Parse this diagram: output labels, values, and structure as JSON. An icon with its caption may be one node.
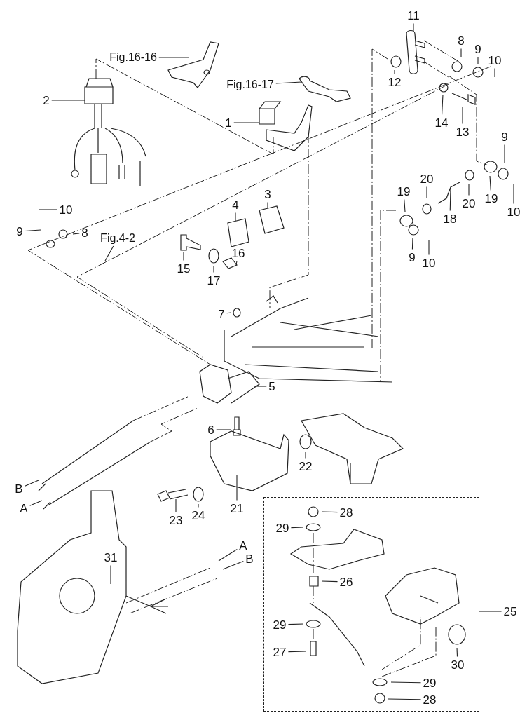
{
  "diagram": {
    "nodes": [
      {
        "text": [
          "Fig.16-16"
        ]
      },
      {
        "text": [
          "Fig.16-17"
        ]
      },
      {
        "text": [
          "2"
        ]
      },
      {
        "text": [
          "1"
        ]
      },
      {
        "text": [
          "10"
        ]
      },
      {
        "text": [
          "9"
        ]
      },
      {
        "text": [
          "8"
        ]
      },
      {
        "text": [
          "Fig.4-2"
        ]
      },
      {
        "text": [
          "4"
        ]
      },
      {
        "text": [
          "3"
        ]
      },
      {
        "text": [
          "15"
        ]
      },
      {
        "text": [
          "17"
        ]
      },
      {
        "text": [
          "16"
        ]
      },
      {
        "text": [
          "7"
        ]
      },
      {
        "text": [
          "5"
        ]
      },
      {
        "text": [
          "6"
        ]
      },
      {
        "text": [
          "22"
        ]
      },
      {
        "text": [
          "21"
        ]
      },
      {
        "text": [
          "24"
        ]
      },
      {
        "text": [
          "23"
        ]
      },
      {
        "text": [
          "B"
        ]
      },
      {
        "text": [
          "A"
        ]
      },
      {
        "text": [
          "11"
        ]
      },
      {
        "text": [
          "8"
        ]
      },
      {
        "text": [
          "9"
        ]
      },
      {
        "text": [
          "10"
        ]
      },
      {
        "text": [
          "12"
        ]
      },
      {
        "text": [
          "14"
        ]
      },
      {
        "text": [
          "13"
        ]
      },
      {
        "text": [
          "9"
        ]
      },
      {
        "text": [
          "20"
        ]
      },
      {
        "text": [
          "19"
        ]
      },
      {
        "text": [
          "19"
        ]
      },
      {
        "text": [
          "20"
        ]
      },
      {
        "text": [
          "10"
        ]
      },
      {
        "text": [
          "18"
        ]
      },
      {
        "text": [
          "9"
        ]
      },
      {
        "text": [
          "10"
        ]
      },
      {
        "text": [
          "31"
        ]
      },
      {
        "text": [
          "A"
        ]
      },
      {
        "text": [
          "B"
        ]
      },
      {
        "text": [],
        "shape": "box"
      },
      {
        "text": [
          "28"
        ],
        "in": 41
      },
      {
        "text": [
          "29"
        ],
        "in": 41
      },
      {
        "text": [
          "26"
        ],
        "in": 41
      },
      {
        "text": [
          "29"
        ],
        "in": 41
      },
      {
        "text": [
          "27"
        ],
        "in": 41
      },
      {
        "text": [
          "30"
        ],
        "in": 41
      },
      {
        "text": [
          "29"
        ],
        "in": 41
      },
      {
        "text": [
          "28"
        ],
        "in": 41
      },
      {
        "text": [
          "25"
        ]
      }
    ],
    "edges": [
      {
        "from": 0,
        "to": null,
        "arrow": "none"
      },
      {
        "from": 1,
        "to": null,
        "arrow": "none"
      },
      {
        "from": 2,
        "to": null,
        "arrow": "none"
      },
      {
        "from": 3,
        "to": null,
        "arrow": "none"
      },
      {
        "from": 4,
        "to": null,
        "arrow": "none"
      },
      {
        "from": 5,
        "to": null,
        "arrow": "none"
      },
      {
        "from": 6,
        "to": null,
        "arrow": "none"
      },
      {
        "from": 7,
        "to": null,
        "arrow": "none"
      },
      {
        "from": 8,
        "to": null,
        "arrow": "none"
      },
      {
        "from": 9,
        "to": null,
        "arrow": "none"
      },
      {
        "from": 10,
        "to": null,
        "arrow": "none"
      },
      {
        "from": 11,
        "to": null,
        "arrow": "none"
      },
      {
        "from": 12,
        "to": null,
        "arrow": "none"
      },
      {
        "from": 13,
        "to": null,
        "arrow": "none"
      },
      {
        "from": 14,
        "to": null,
        "arrow": "none"
      },
      {
        "from": 15,
        "to": null,
        "arrow": "none"
      },
      {
        "from": 16,
        "to": null,
        "arrow": "none"
      },
      {
        "from": 17,
        "to": null,
        "arrow": "none"
      },
      {
        "from": 18,
        "to": null,
        "arrow": "none"
      },
      {
        "from": 19,
        "to": null,
        "arrow": "none"
      },
      {
        "from": 20,
        "to": null,
        "arrow": "none"
      },
      {
        "from": 21,
        "to": null,
        "arrow": "none"
      },
      {
        "from": 22,
        "to": null,
        "arrow": "none"
      },
      {
        "from": 23,
        "to": null,
        "arrow": "none"
      },
      {
        "from": 24,
        "to": null,
        "arrow": "none"
      },
      {
        "from": 25,
        "to": null,
        "arrow": "none"
      },
      {
        "from": 26,
        "to": null,
        "arrow": "none"
      },
      {
        "from": 27,
        "to": null,
        "arrow": "none"
      },
      {
        "from": 28,
        "to": null,
        "arrow": "none"
      },
      {
        "from": 29,
        "to": null,
        "arrow": "none"
      },
      {
        "from": 30,
        "to": null,
        "arrow": "none"
      },
      {
        "from": 31,
        "to": null,
        "arrow": "none"
      },
      {
        "from": 32,
        "to": null,
        "arrow": "none"
      },
      {
        "from": 33,
        "to": null,
        "arrow": "none"
      },
      {
        "from": 34,
        "to": null,
        "arrow": "none"
      },
      {
        "from": 35,
        "to": null,
        "arrow": "none"
      },
      {
        "from": 36,
        "to": null,
        "arrow": "none"
      },
      {
        "from": 37,
        "to": null,
        "arrow": "none"
      },
      {
        "from": 38,
        "to": null,
        "arrow": "none"
      },
      {
        "from": 39,
        "to": null,
        "arrow": "none"
      },
      {
        "from": 40,
        "to": null,
        "arrow": "none"
      },
      {
        "from": 42,
        "to": null,
        "arrow": "none"
      },
      {
        "from": 43,
        "to": null,
        "arrow": "none"
      },
      {
        "from": 44,
        "to": null,
        "arrow": "none"
      },
      {
        "from": 45,
        "to": null,
        "arrow": "none"
      },
      {
        "from": 46,
        "to": null,
        "arrow": "none"
      },
      {
        "from": 47,
        "to": null,
        "arrow": "none"
      },
      {
        "from": 48,
        "to": null,
        "arrow": "none"
      },
      {
        "from": 49,
        "to": null,
        "arrow": "none"
      },
      {
        "from": 50,
        "to": 41,
        "arrow": "none"
      }
    ]
  }
}
